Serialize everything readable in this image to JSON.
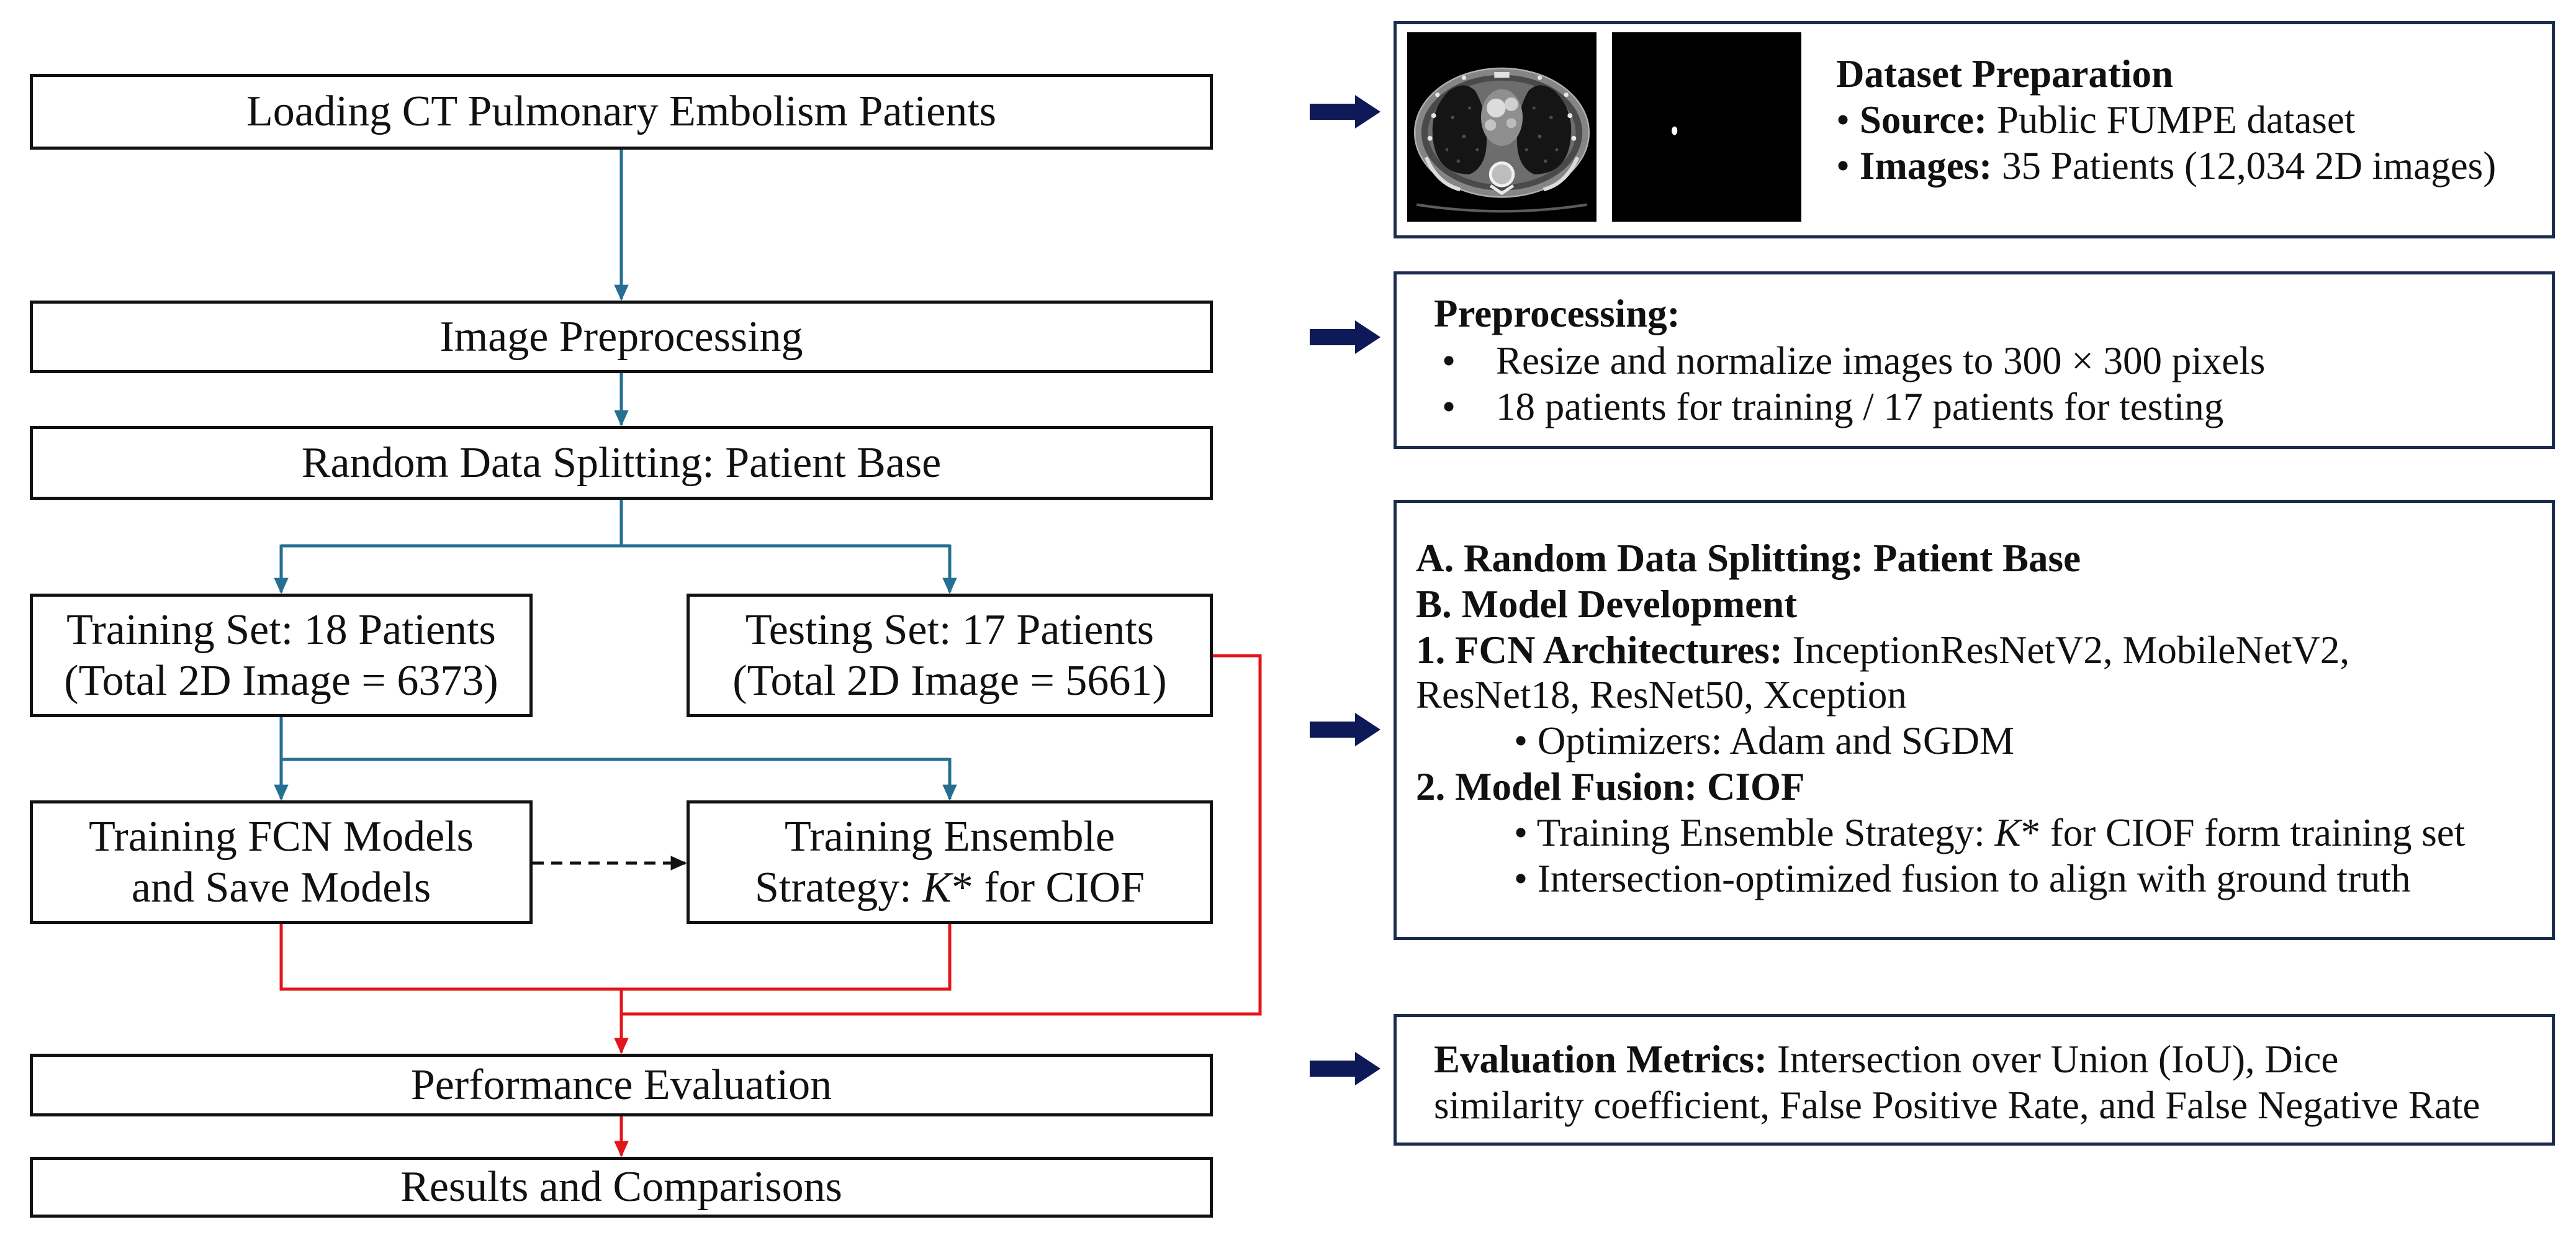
{
  "flowchart": {
    "loading": "Loading CT Pulmonary Embolism Patients",
    "preprocessing": "Image Preprocessing",
    "splitting": "Random Data Splitting: Patient Base",
    "training_set": {
      "line1": "Training Set: 18 Patients",
      "line2": "(Total 2D Image = 6373)"
    },
    "testing_set": {
      "line1": "Testing Set: 17 Patients",
      "line2": "(Total 2D Image = 5661)"
    },
    "training_fcn": {
      "line1": "Training FCN Models",
      "line2": "and Save Models"
    },
    "training_ensemble": {
      "line1": "Training Ensemble",
      "line2_pre": "Strategy:",
      "line2_italic": "K",
      "line2_post": "* for CIOF"
    },
    "evaluation": "Performance Evaluation",
    "results": "Results and Comparisons"
  },
  "panels": {
    "dataset": {
      "title": "Dataset Preparation",
      "items": [
        {
          "bullet": "•",
          "label": "Source:",
          "value": "Public FUMPE dataset"
        },
        {
          "bullet": "•",
          "label": "Images:",
          "value": "35 Patients (12,034 2D images)"
        }
      ]
    },
    "preprocessing": {
      "title": "Preprocessing:",
      "items": [
        {
          "bullet": "•",
          "text": "Resize and normalize images to 300 × 300 pixels"
        },
        {
          "bullet": "•",
          "text": "18 patients for training / 17 patients for testing"
        }
      ]
    },
    "model": {
      "heading_a": "A. Random Data Splitting: Patient Base",
      "heading_b": "B. Model Development",
      "fcn_label": "1. FCN Architectures:",
      "fcn_list_line1": "InceptionResNetV2, MobileNetV2,",
      "fcn_list_line2": "ResNet18, ResNet50, Xception",
      "optimizers": {
        "bullet": "•",
        "text": "Optimizers: Adam and SGDM"
      },
      "fusion_label": "2. Model Fusion: CIOF",
      "fusion_items": [
        {
          "bullet": "•",
          "pre": "Training Ensemble Strategy:",
          "italic": "K",
          "post": "* for CIOF form training set"
        },
        {
          "bullet": "•",
          "text": "Intersection-optimized fusion to align with ground truth"
        }
      ]
    },
    "evaluation": {
      "label": "Evaluation Metrics:",
      "line1": "Intersection over Union (IoU), Dice",
      "line2": "similarity coefficient, False Positive Rate, and False Negative Rate"
    }
  },
  "colors": {
    "flow_arrow": "#256f93",
    "result_arrow": "#e3151b",
    "dashed_arrow": "#111111",
    "panel_arrow": "#0d1a57",
    "panel_border": "#1b2c4e",
    "box_border": "#111111"
  }
}
